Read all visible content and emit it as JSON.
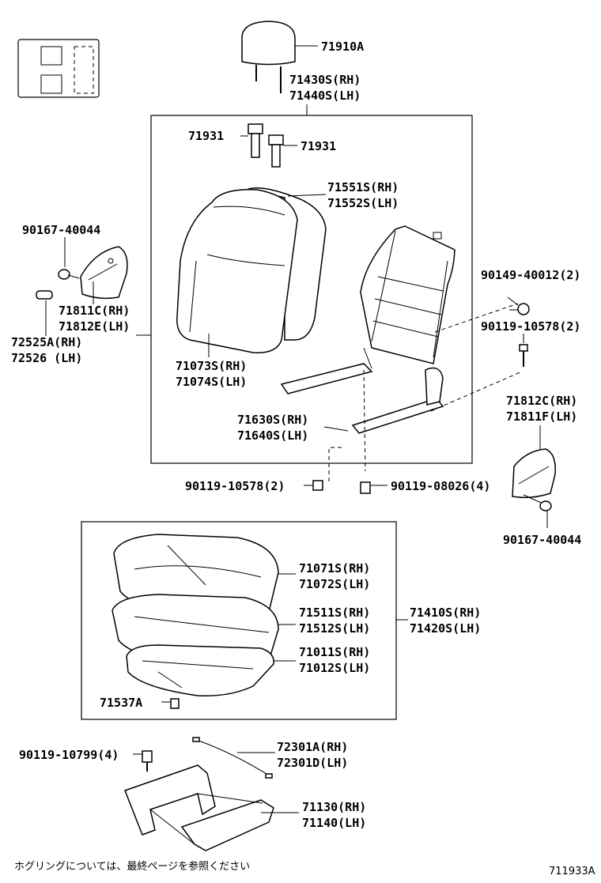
{
  "labels": {
    "headrest": "71910A",
    "headrest_support_rh": "71430S(RH)",
    "headrest_support_lh": "71440S(LH)",
    "guide_left": "71931",
    "guide_right": "71931",
    "back_pad_rh": "71551S(RH)",
    "back_pad_lh": "71552S(LH)",
    "screw_left_top": "90167-40044",
    "recliner_cover_rh": "71811C(RH)",
    "recliner_cover_lh": "71812E(LH)",
    "knob_rh": "72525A(RH)",
    "knob_lh": "72526  (LH)",
    "back_cover_rh": "71073S(RH)",
    "back_cover_lh": "71074S(LH)",
    "bolt_right_1": "90149-40012(2)",
    "bolt_right_2": "90119-10578(2)",
    "frame_rh": "71630S(RH)",
    "frame_lh": "71640S(LH)",
    "cover_right_rh": "71812C(RH)",
    "cover_right_lh": "71811F(LH)",
    "bolt_bottom_left": "90119-10578(2)",
    "bolt_bottom_right": "90119-08026(4)",
    "screw_right_bottom": "90167-40044",
    "cushion_cover_rh": "71071S(RH)",
    "cushion_cover_lh": "71072S(LH)",
    "cushion_pad_rh": "71511S(RH)",
    "cushion_pad_lh": "71512S(LH)",
    "cushion_assy_rh": "71410S(RH)",
    "cushion_assy_lh": "71420S(LH)",
    "cushion_frame_rh": "71011S(RH)",
    "cushion_frame_lh": "71012S(LH)",
    "clip": "71537A",
    "bolt_adjuster": "90119-10799(4)",
    "cable_rh": "72301A(RH)",
    "cable_lh": "72301D(LH)",
    "adjuster_rh": "71130(RH)",
    "adjuster_lh": "71140(LH)"
  },
  "footer": {
    "note": "ホグリングについては、最終ページを参照ください",
    "code": "711933A"
  }
}
